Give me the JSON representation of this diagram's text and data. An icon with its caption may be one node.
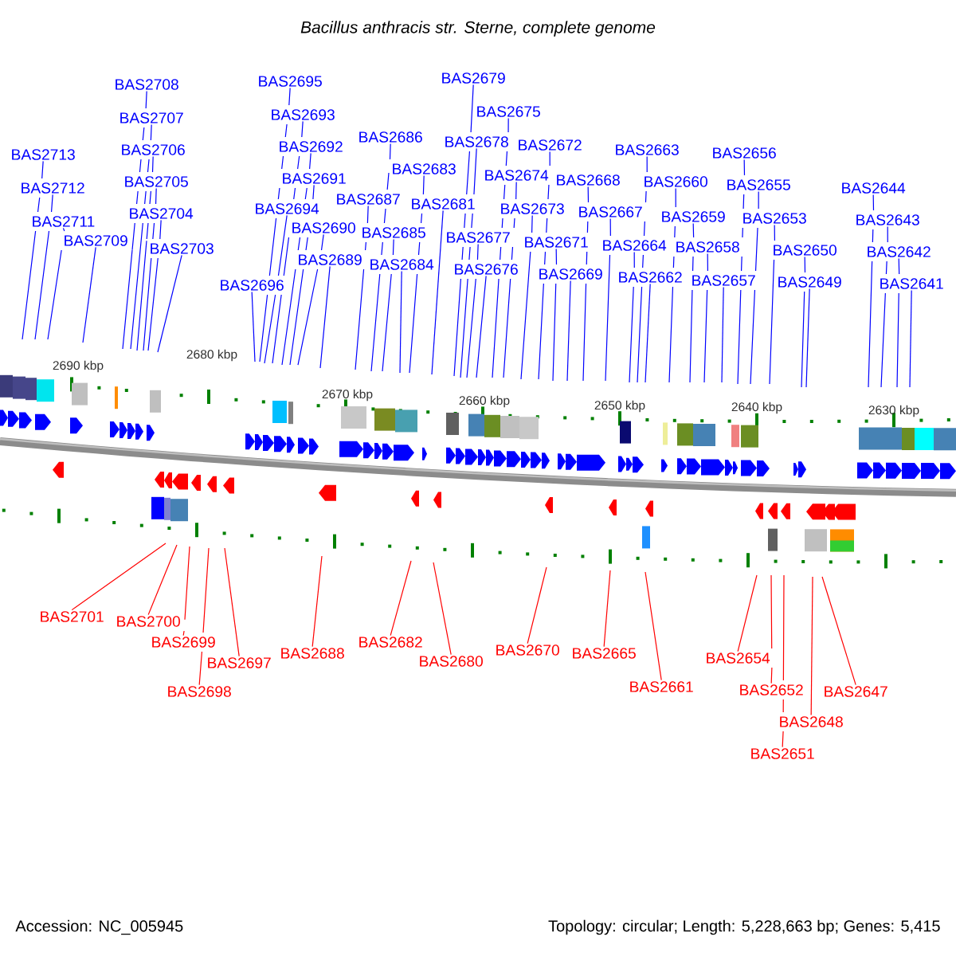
{
  "diagram": {
    "title": "Bacillus anthracis str. Sterne, complete genome",
    "nodes": [
      {
        "text": [
          "BAS2713"
        ]
      },
      {
        "text": [
          "BAS2712"
        ]
      },
      {
        "text": [
          "BAS2711"
        ]
      },
      {
        "text": [
          "BAS2709"
        ]
      },
      {
        "text": [
          "BAS2708"
        ]
      },
      {
        "text": [
          "BAS2707"
        ]
      },
      {
        "text": [
          "BAS2706"
        ]
      },
      {
        "text": [
          "BAS2705"
        ]
      },
      {
        "text": [
          "BAS2704"
        ]
      },
      {
        "text": [
          "BAS2703"
        ]
      },
      {
        "text": [
          "BAS2696"
        ]
      },
      {
        "text": [
          "BAS2695"
        ]
      },
      {
        "text": [
          "BAS2694"
        ]
      },
      {
        "text": [
          "BAS2693"
        ]
      },
      {
        "text": [
          "BAS2692"
        ]
      },
      {
        "text": [
          "BAS2691"
        ]
      },
      {
        "text": [
          "BAS2690"
        ]
      },
      {
        "text": [
          "BAS2689"
        ]
      },
      {
        "text": [
          "BAS2687"
        ]
      },
      {
        "text": [
          "BAS2686"
        ]
      },
      {
        "text": [
          "BAS2685"
        ]
      },
      {
        "text": [
          "BAS2684"
        ]
      },
      {
        "text": [
          "BAS2683"
        ]
      },
      {
        "text": [
          "BAS2681"
        ]
      },
      {
        "text": [
          "BAS2679"
        ]
      },
      {
        "text": [
          "BAS2678"
        ]
      },
      {
        "text": [
          "BAS2677"
        ]
      },
      {
        "text": [
          "BAS2676"
        ]
      },
      {
        "text": [
          "BAS2675"
        ]
      },
      {
        "text": [
          "BAS2674"
        ]
      },
      {
        "text": [
          "BAS2673"
        ]
      },
      {
        "text": [
          "BAS2672"
        ]
      },
      {
        "text": [
          "BAS2671"
        ]
      },
      {
        "text": [
          "BAS2669"
        ]
      },
      {
        "text": [
          "BAS2668"
        ]
      },
      {
        "text": [
          "BAS2667"
        ]
      },
      {
        "text": [
          "BAS2664"
        ]
      },
      {
        "text": [
          "BAS2663"
        ]
      },
      {
        "text": [
          "BAS2662"
        ]
      },
      {
        "text": [
          "BAS2660"
        ]
      },
      {
        "text": [
          "BAS2659"
        ]
      },
      {
        "text": [
          "BAS2658"
        ]
      },
      {
        "text": [
          "BAS2657"
        ]
      },
      {
        "text": [
          "BAS2656"
        ]
      },
      {
        "text": [
          "BAS2655"
        ]
      },
      {
        "text": [
          "BAS2653"
        ]
      },
      {
        "text": [
          "BAS2650"
        ]
      },
      {
        "text": [
          "BAS2649"
        ]
      },
      {
        "text": [
          "BAS2644"
        ]
      },
      {
        "text": [
          "BAS2643"
        ]
      },
      {
        "text": [
          "BAS2642"
        ]
      },
      {
        "text": [
          "BAS2641"
        ]
      },
      {
        "text": [
          "BAS2701"
        ]
      },
      {
        "text": [
          "BAS2700"
        ]
      },
      {
        "text": [
          "BAS2699"
        ]
      },
      {
        "text": [
          "BAS2698"
        ]
      },
      {
        "text": [
          "BAS2697"
        ]
      },
      {
        "text": [
          "BAS2688"
        ]
      },
      {
        "text": [
          "BAS2682"
        ]
      },
      {
        "text": [
          "BAS2680"
        ]
      },
      {
        "text": [
          "BAS2670"
        ]
      },
      {
        "text": [
          "BAS2665"
        ]
      },
      {
        "text": [
          "BAS2661"
        ]
      },
      {
        "text": [
          "BAS2654"
        ]
      },
      {
        "text": [
          "BAS2652"
        ]
      },
      {
        "text": [
          "BAS2651"
        ]
      },
      {
        "text": [
          "BAS2648"
        ]
      },
      {
        "text": [
          "BAS2647"
        ]
      }
    ],
    "edges": [
      {
        "from": 0,
        "to": null,
        "arrow": "none"
      },
      {
        "from": 1,
        "to": null,
        "arrow": "none"
      },
      {
        "from": 2,
        "to": null,
        "arrow": "none"
      },
      {
        "from": 3,
        "to": null,
        "arrow": "none"
      },
      {
        "from": 4,
        "to": null,
        "arrow": "none"
      },
      {
        "from": 5,
        "to": null,
        "arrow": "none"
      },
      {
        "from": 6,
        "to": null,
        "arrow": "none"
      },
      {
        "from": 7,
        "to": null,
        "arrow": "none"
      },
      {
        "from": 8,
        "to": null,
        "arrow": "none"
      },
      {
        "from": 9,
        "to": null,
        "arrow": "none"
      },
      {
        "from": 10,
        "to": null,
        "arrow": "none"
      },
      {
        "from": 11,
        "to": null,
        "arrow": "none"
      },
      {
        "from": 12,
        "to": null,
        "arrow": "none"
      },
      {
        "from": 13,
        "to": null,
        "arrow": "none"
      },
      {
        "from": 14,
        "to": null,
        "arrow": "none"
      },
      {
        "from": 15,
        "to": null,
        "arrow": "none"
      },
      {
        "from": 16,
        "to": null,
        "arrow": "none"
      },
      {
        "from": 17,
        "to": null,
        "arrow": "none"
      },
      {
        "from": 18,
        "to": null,
        "arrow": "none"
      },
      {
        "from": 19,
        "to": null,
        "arrow": "none"
      },
      {
        "from": 20,
        "to": null,
        "arrow": "none"
      },
      {
        "from": 21,
        "to": null,
        "arrow": "none"
      },
      {
        "from": 22,
        "to": null,
        "arrow": "none"
      },
      {
        "from": 23,
        "to": null,
        "arrow": "none"
      },
      {
        "from": 24,
        "to": null,
        "arrow": "none"
      },
      {
        "from": 25,
        "to": null,
        "arrow": "none"
      },
      {
        "from": 26,
        "to": null,
        "arrow": "none"
      },
      {
        "from": 27,
        "to": null,
        "arrow": "none"
      },
      {
        "from": 28,
        "to": null,
        "arrow": "none"
      },
      {
        "from": 29,
        "to": null,
        "arrow": "none"
      },
      {
        "from": 30,
        "to": null,
        "arrow": "none"
      },
      {
        "from": 31,
        "to": null,
        "arrow": "none"
      },
      {
        "from": 32,
        "to": null,
        "arrow": "none"
      },
      {
        "from": 33,
        "to": null,
        "arrow": "none"
      },
      {
        "from": 34,
        "to": null,
        "arrow": "none"
      },
      {
        "from": 35,
        "to": null,
        "arrow": "none"
      },
      {
        "from": 36,
        "to": null,
        "arrow": "none"
      },
      {
        "from": 37,
        "to": null,
        "arrow": "none"
      },
      {
        "from": 38,
        "to": null,
        "arrow": "none"
      },
      {
        "from": 39,
        "to": null,
        "arrow": "none"
      },
      {
        "from": 40,
        "to": null,
        "arrow": "none"
      },
      {
        "from": 41,
        "to": null,
        "arrow": "none"
      },
      {
        "from": 42,
        "to": null,
        "arrow": "none"
      },
      {
        "from": 43,
        "to": null,
        "arrow": "none"
      },
      {
        "from": 44,
        "to": null,
        "arrow": "none"
      },
      {
        "from": 45,
        "to": null,
        "arrow": "none"
      },
      {
        "from": 46,
        "to": null,
        "arrow": "none"
      },
      {
        "from": 47,
        "to": null,
        "arrow": "none"
      },
      {
        "from": 48,
        "to": null,
        "arrow": "none"
      },
      {
        "from": 49,
        "to": null,
        "arrow": "none"
      },
      {
        "from": 50,
        "to": null,
        "arrow": "none"
      },
      {
        "from": 51,
        "to": null,
        "arrow": "none"
      },
      {
        "from": 52,
        "to": null,
        "arrow": "none",
        "color": "#ff0000"
      },
      {
        "from": 53,
        "to": null,
        "arrow": "none",
        "color": "#ff0000"
      },
      {
        "from": 54,
        "to": null,
        "arrow": "none",
        "color": "#ff0000"
      },
      {
        "from": 55,
        "to": null,
        "arrow": "none",
        "color": "#ff0000"
      },
      {
        "from": 56,
        "to": null,
        "arrow": "none",
        "color": "#ff0000"
      },
      {
        "from": 57,
        "to": null,
        "arrow": "none",
        "color": "#ff0000"
      },
      {
        "from": 58,
        "to": null,
        "arrow": "none",
        "color": "#ff0000"
      },
      {
        "from": 59,
        "to": null,
        "arrow": "none",
        "color": "#ff0000"
      },
      {
        "from": 60,
        "to": null,
        "arrow": "none",
        "color": "#ff0000"
      },
      {
        "from": 61,
        "to": null,
        "arrow": "none",
        "color": "#ff0000"
      },
      {
        "from": 62,
        "to": null,
        "arrow": "none",
        "color": "#ff0000"
      },
      {
        "from": 63,
        "to": null,
        "arrow": "none",
        "color": "#ff0000"
      },
      {
        "from": 64,
        "to": null,
        "arrow": "none",
        "color": "#ff0000"
      },
      {
        "from": 65,
        "to": null,
        "arrow": "none",
        "color": "#ff0000"
      },
      {
        "from": 66,
        "to": null,
        "arrow": "none",
        "color": "#ff0000"
      },
      {
        "from": 67,
        "to": null,
        "arrow": "none",
        "color": "#ff0000"
      }
    ],
    "labels": [
      "2690 kbp",
      "2680 kbp",
      "2670 kbp",
      "2660 kbp",
      "2650 kbp",
      "2640 kbp",
      "2630 kbp",
      "Accession: NC_005945",
      "Topology: circular; Length: 5,228,663 bp; Genes: 5,415"
    ]
  }
}
